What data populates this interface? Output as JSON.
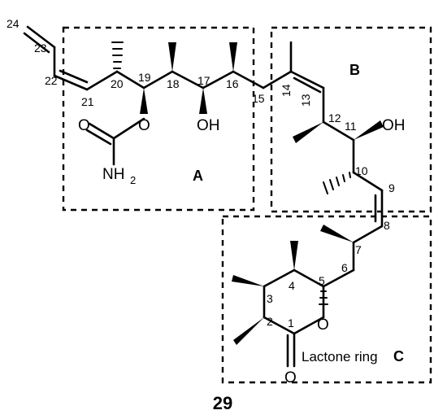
{
  "regions": [
    {
      "label": "A"
    },
    {
      "label": "B"
    },
    {
      "label": "C",
      "caption": "Lactone ring"
    }
  ],
  "compound_number": "29",
  "atoms": {
    "O": "O",
    "OH": "OH",
    "NH": "NH",
    "NH_sub": "2"
  },
  "carbon_numbers": [
    "1",
    "2",
    "3",
    "4",
    "5",
    "6",
    "7",
    "8",
    "9",
    "10",
    "11",
    "12",
    "13",
    "14",
    "15",
    "16",
    "17",
    "18",
    "19",
    "20",
    "21",
    "22",
    "23",
    "24"
  ]
}
